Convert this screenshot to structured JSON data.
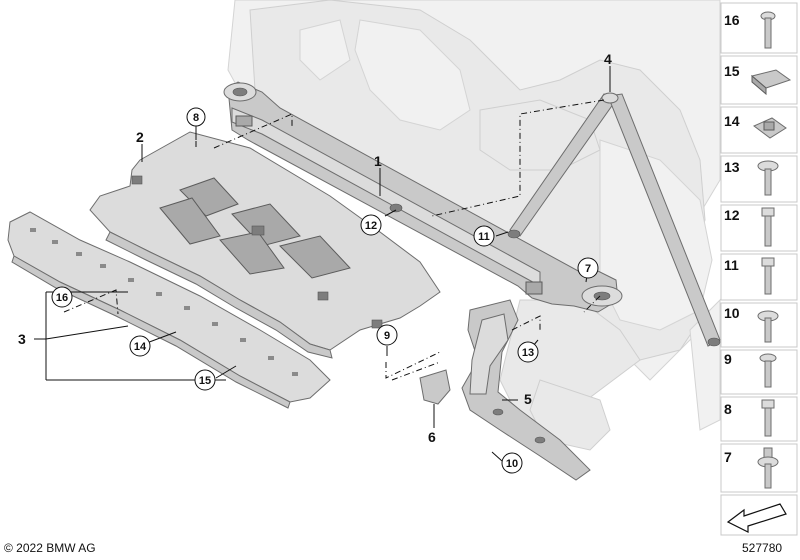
{
  "copyright": "© 2022 BMW AG",
  "diagram_number": "527780",
  "callouts": {
    "c1": "1",
    "c2": "2",
    "c3": "3",
    "c4": "4",
    "c5": "5",
    "c6": "6",
    "r7": "7",
    "r8": "8",
    "r9": "9",
    "r10": "10",
    "r11": "11",
    "r12": "12",
    "r13": "13",
    "r14": "14",
    "r15": "15",
    "r16": "16"
  },
  "fastener_panel": [
    "16",
    "15",
    "14",
    "13",
    "12",
    "11",
    "10",
    "9",
    "8",
    "7"
  ]
}
